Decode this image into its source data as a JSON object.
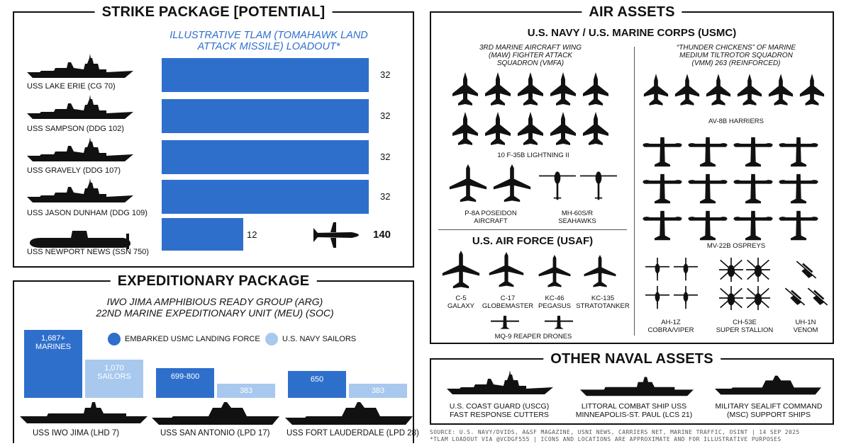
{
  "strike": {
    "title": "STRIKE PACKAGE [POTENTIAL]",
    "chart_title": "ILLUSTRATIVE TLAM (TOMAHAWK LAND ATTACK MISSILE) LOADOUT*",
    "total": "140",
    "ships": [
      {
        "name": "USS LAKE ERIE (CG 70)",
        "value": 32
      },
      {
        "name": "USS SAMPSON (DDG 102)",
        "value": 32
      },
      {
        "name": "USS GRAVELY (DDG 107)",
        "value": 32
      },
      {
        "name": "USS JASON DUNHAM (DDG 109)",
        "value": 32
      },
      {
        "name": "USS NEWPORT NEWS (SSN 750)",
        "value": 12
      }
    ]
  },
  "chart_data": {
    "type": "bar",
    "title": "ILLUSTRATIVE TLAM (TOMAHAWK LAND ATTACK MISSILE) LOADOUT*",
    "categories": [
      "USS LAKE ERIE (CG 70)",
      "USS SAMPSON (DDG 102)",
      "USS GRAVELY (DDG 107)",
      "USS JASON DUNHAM (DDG 109)",
      "USS NEWPORT NEWS (SSN 750)"
    ],
    "values": [
      32,
      32,
      32,
      32,
      12
    ],
    "xlim": [
      0,
      32
    ]
  },
  "expeditionary": {
    "title": "EXPEDITIONARY PACKAGE",
    "subtitle_line1": "IWO JIMA AMPHIBIOUS READY GROUP (ARG)",
    "subtitle_line2": "22ND MARINE EXPEDITIONARY UNIT (MEU) (SOC)",
    "legend_marines": "EMBARKED USMC LANDING FORCE",
    "legend_sailors": "U.S. NAVY SAILORS",
    "ships": [
      {
        "name": "USS IWO JIMA (LHD 7)",
        "marines": "1,687+",
        "marines_unit": "MARINES",
        "sailors": "1,070",
        "sailors_unit": "SAILORS"
      },
      {
        "name": "USS SAN ANTONIO (LPD 17)",
        "marines": "699-800",
        "sailors": "383"
      },
      {
        "name": "USS FORT LAUDERDALE (LPD 28)",
        "marines": "650",
        "sailors": "383"
      }
    ]
  },
  "air": {
    "title": "AIR ASSETS",
    "navy_header": "U.S. NAVY / U.S. MARINE CORPS (USMC)",
    "vmfa_name": "3RD MARINE AIRCRAFT WING (MAW) FIGHTER ATTACK SQUADRON (VMFA)",
    "vmfa_l1": "3RD MARINE AIRCRAFT WING",
    "vmfa_l2": "(MAW) FIGHTER ATTACK",
    "vmfa_l3": "SQUADRON (VMFA)",
    "vmm_l1": "“THUNDER CHICKENS” OF MARINE",
    "vmm_l2": "MEDIUM TILTROTOR SQUADRON",
    "vmm_l3": "(VMM) 263 (REINFORCED)",
    "f35": "10 F-35B LIGHTNING II",
    "p8_l1": "P-8A POSEIDON",
    "p8_l2": "AIRCRAFT",
    "mh60_l1": "MH-60S/R",
    "mh60_l2": "SEAHAWKS",
    "av8b": "AV-8B HARRIERS",
    "mv22": "MV-22B OSPREYS",
    "usaf_header": "U.S. AIR FORCE (USAF)",
    "c5_l1": "C-5",
    "c5_l2": "GALAXY",
    "c17_l1": "C-17",
    "c17_l2": "GLOBEMASTER",
    "kc46_l1": "KC-46",
    "kc46_l2": "PEGASUS",
    "kc135_l1": "KC-135",
    "kc135_l2": "STRATOTANKER",
    "mq9": "MQ-9 REAPER DRONES",
    "ah1_l1": "AH-1Z",
    "ah1_l2": "COBRA/VIPER",
    "ch53_l1": "CH-53E",
    "ch53_l2": "SUPER STALLION",
    "uh1_l1": "UH-1N",
    "uh1_l2": "VENOM"
  },
  "naval": {
    "title": "OTHER NAVAL ASSETS",
    "uscg_l1": "U.S. COAST GUARD (USCG)",
    "uscg_l2": "FAST RESPONSE CUTTERS",
    "lcs_l1": "LITTORAL COMBAT SHIP USS",
    "lcs_l2": "MINNEAPOLIS-ST. PAUL (LCS 21)",
    "msc_l1": "MILITARY SEALIFT COMMAND",
    "msc_l2": "(MSC) SUPPORT SHIPS"
  },
  "source_l1": "SOURCE: U.S. NAVY/DVIDS, A&SF MAGAZINE, USNI NEWS, CARRIERS NET, MARINE TRAFFIC, OSINT | 14 SEP 2025",
  "source_l2": "*TLAM LOADOUT VIA @VCDGF555 | ICONS AND LOCATIONS ARE APPROXIMATE AND FOR ILLUSTRATIVE PURPOSES",
  "colors": {
    "dark_blue": "#2f6fcc",
    "light_blue": "#a8c8ee",
    "ink": "#111111"
  },
  "icons": [
    "warship-icon",
    "submarine-icon",
    "tomahawk-missile-icon",
    "f35b-icon",
    "p8a-icon",
    "helicopter-icon",
    "harrier-icon",
    "osprey-icon",
    "transport-jet-icon",
    "drone-icon"
  ]
}
